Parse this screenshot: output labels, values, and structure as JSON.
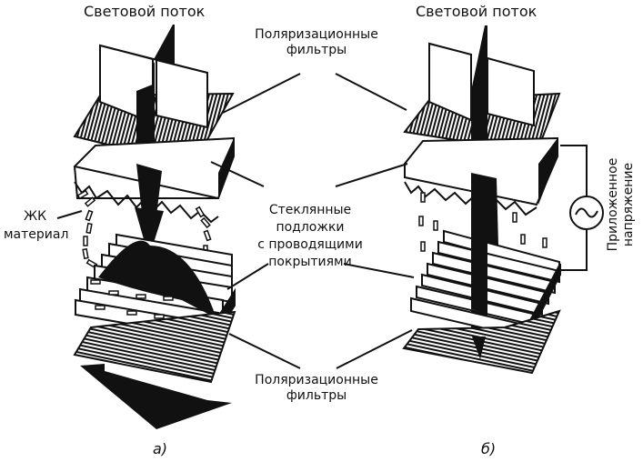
{
  "figure": {
    "panel_a": {
      "caption": "а)",
      "top_label": "Световой поток",
      "lc_label": [
        "ЖК",
        "материал"
      ]
    },
    "panel_b": {
      "caption": "б)",
      "top_label": "Световой поток",
      "voltage_label": [
        "Приложенное",
        "напряжение"
      ]
    },
    "shared_labels": {
      "top_polarizers": [
        "Поляризационные",
        "фильтры"
      ],
      "glass_substrates": [
        "Стеклянные",
        "подложки",
        "с проводящими",
        "покрытиями"
      ],
      "bottom_polarizers": [
        "Поляризационные",
        "фильтры"
      ]
    },
    "icons": {
      "ac_source": "sine-wave-source-icon"
    },
    "colors": {
      "ink": "#111111",
      "paper": "#ffffff"
    }
  }
}
